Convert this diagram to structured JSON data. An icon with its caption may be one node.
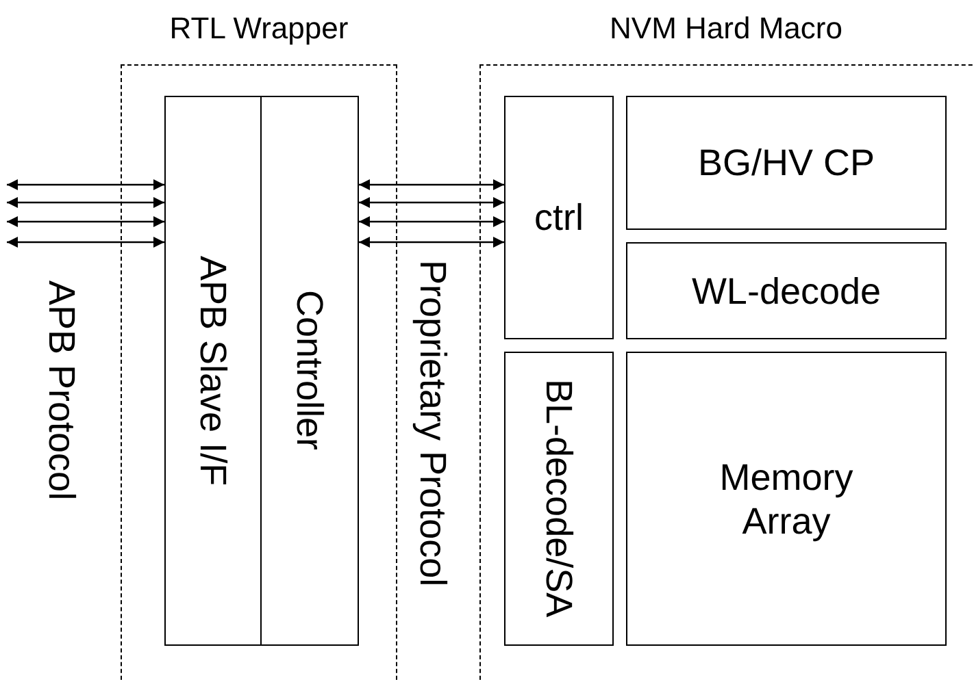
{
  "diagram": {
    "nodes": [
      {
        "text": [
          "RTL Wrapper"
        ]
      },
      {
        "text": [
          "APB Slave I/F"
        ],
        "in": 0
      },
      {
        "text": [
          "Controller"
        ],
        "in": 0
      },
      {
        "text": [
          "NVM Hard Macro"
        ]
      },
      {
        "text": [
          "ctrl"
        ],
        "in": 3
      },
      {
        "text": [
          "BG/HV CP"
        ],
        "in": 3
      },
      {
        "text": [
          "WL-decode"
        ],
        "in": 3
      },
      {
        "text": [
          "BL-decode/SA"
        ],
        "in": 3
      },
      {
        "text": [
          "Memory Array"
        ],
        "in": 3
      }
    ],
    "edges": [
      {
        "from": null,
        "to": 1,
        "arrow": "both"
      },
      {
        "from": null,
        "to": 1,
        "arrow": "both"
      },
      {
        "from": null,
        "to": 1,
        "arrow": "both"
      },
      {
        "from": null,
        "to": 1,
        "arrow": "both"
      },
      {
        "from": 2,
        "to": 4,
        "arrow": "both"
      },
      {
        "from": 2,
        "to": 4,
        "arrow": "both"
      },
      {
        "from": 2,
        "to": 4,
        "arrow": "both"
      },
      {
        "from": 2,
        "to": 4,
        "arrow": "both"
      }
    ],
    "labels": [
      "APB Protocol",
      "Proprietary Protocol"
    ]
  }
}
